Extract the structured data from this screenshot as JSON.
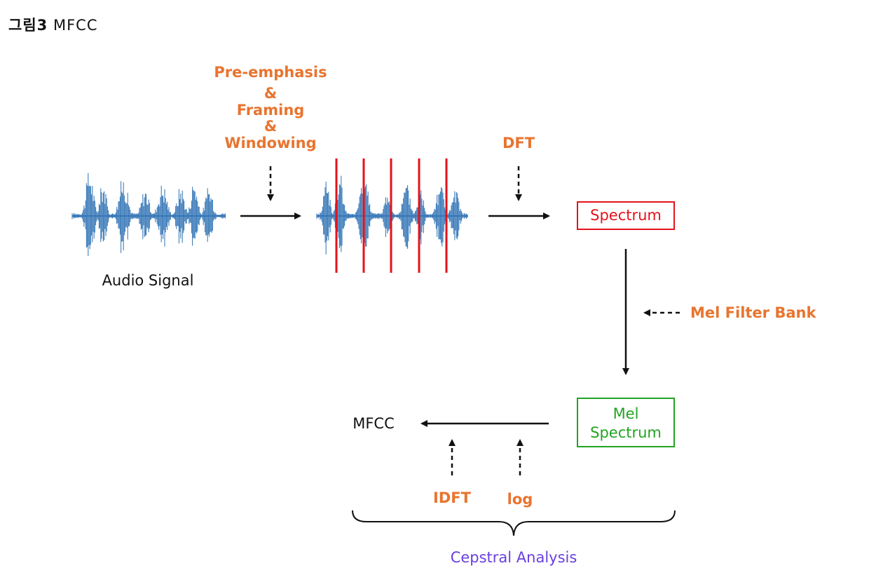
{
  "caption": {
    "prefix": "그림3",
    "title": "MFCC"
  },
  "audio_signal_label": "Audio Signal",
  "steps": {
    "preprocessing": [
      "Pre-emphasis",
      "&",
      "Framing",
      "&",
      "Windowing"
    ],
    "dft": "DFT",
    "mel_filter_bank": "Mel Filter Bank",
    "idft": "IDFT",
    "log": "log",
    "cepstral_analysis": "Cepstral Analysis"
  },
  "boxes": {
    "spectrum": "Spectrum",
    "mel_spectrum": [
      "Mel",
      "Spectrum"
    ]
  },
  "output_label": "MFCC",
  "colors": {
    "step_text": "#e8742f",
    "spectrum_box": "#e5121b",
    "mel_box": "#22a322",
    "frame_lines": "#e5121b",
    "waveform": "#2b6fb3",
    "cepstral_text": "#6a3fe0"
  }
}
